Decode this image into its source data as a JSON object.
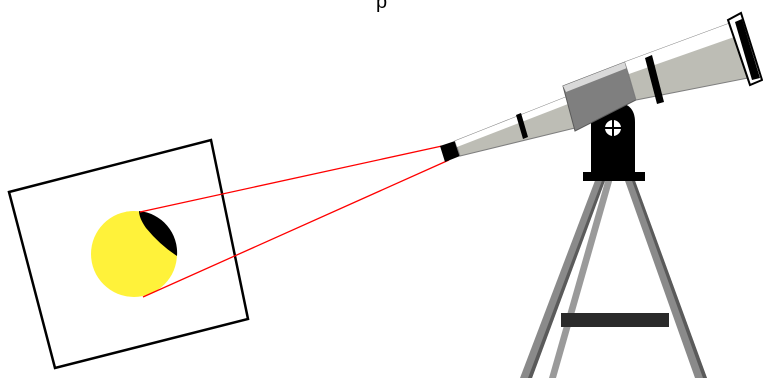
{
  "diagram": {
    "top_label": "p",
    "colors": {
      "background": "#ffffff",
      "sun": "#fff23a",
      "moon": "#000000",
      "light_ray": "#ff0000",
      "telescope_light": "#ffffff",
      "telescope_mid": "#bdbdb5",
      "telescope_dark": "#7f7f7f",
      "mount": "#000000",
      "tripod_leg": "#8a8a8a",
      "tripod_shadow": "#3a3a3a",
      "screen_outline": "#000000"
    },
    "elements": {
      "screen": "projection-screen",
      "sun_image": "partial-solar-eclipse",
      "telescope": "refracting-telescope",
      "tripod": "tripod-stand"
    }
  }
}
